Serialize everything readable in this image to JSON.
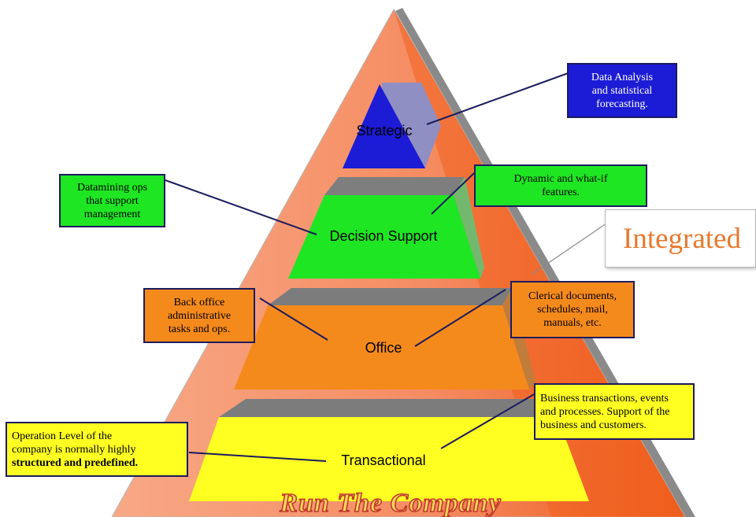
{
  "diagram": {
    "layers": {
      "strategic": "Strategic",
      "decision_support": "Decision Support",
      "office": "Office",
      "transactional": "Transactional"
    },
    "footer": "Run The Company",
    "integrated": "Integrated",
    "callouts": {
      "data_analysis": [
        "Data Analysis",
        "and  statistical",
        "forecasting."
      ],
      "datamining": [
        "Datamining ops",
        "that support",
        "management"
      ],
      "dynamic": [
        "Dynamic and what-if",
        "features."
      ],
      "back_office": [
        "Back office",
        "administrative",
        "tasks and ops."
      ],
      "clerical": [
        "Clerical documents,",
        "schedules, mail,",
        "manuals, etc."
      ],
      "business": [
        "Business transactions, events",
        "and processes. Support of the",
        "business and customers."
      ],
      "operation_line1": "Operation Level of the",
      "operation_line2": "company is normally highly",
      "operation_line3": "structured and predefined."
    },
    "colors": {
      "pyramid": "#f79a70",
      "pyramid_shade": "#f05a14",
      "strategic": "#1c1cd6",
      "decision_support": "#1fe623",
      "office": "#f58a1c",
      "transactional": "#ffff22",
      "integrated_text": "#e8782c"
    }
  }
}
